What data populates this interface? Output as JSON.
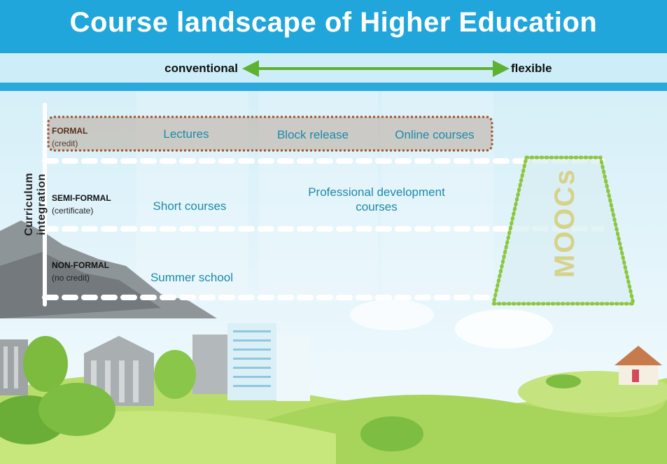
{
  "title": "Course landscape of Higher Education",
  "axis": {
    "left_label": "conventional",
    "right_label": "flexible",
    "arrow_color": "#5fb130"
  },
  "y_axis_label": "Curriculum integration",
  "rows": [
    {
      "title": "FORMAL",
      "subtitle": "(credit)"
    },
    {
      "title": "SEMI-FORMAL",
      "subtitle": "(certificate)"
    },
    {
      "title": "NON-FORMAL",
      "subtitle": "(no credit)"
    }
  ],
  "courses": {
    "lectures": "Lectures",
    "block_release": "Block release",
    "online_courses": "Online courses",
    "short_courses": "Short courses",
    "professional_development": "Professional development courses",
    "summer_school": "Summer school"
  },
  "moocs_label": "MOOCs",
  "colors": {
    "title_bar": "#20a6db",
    "course_text": "#1d8aa8",
    "formal_border": "#a0522d",
    "moocs_border": "#8dc63f"
  }
}
